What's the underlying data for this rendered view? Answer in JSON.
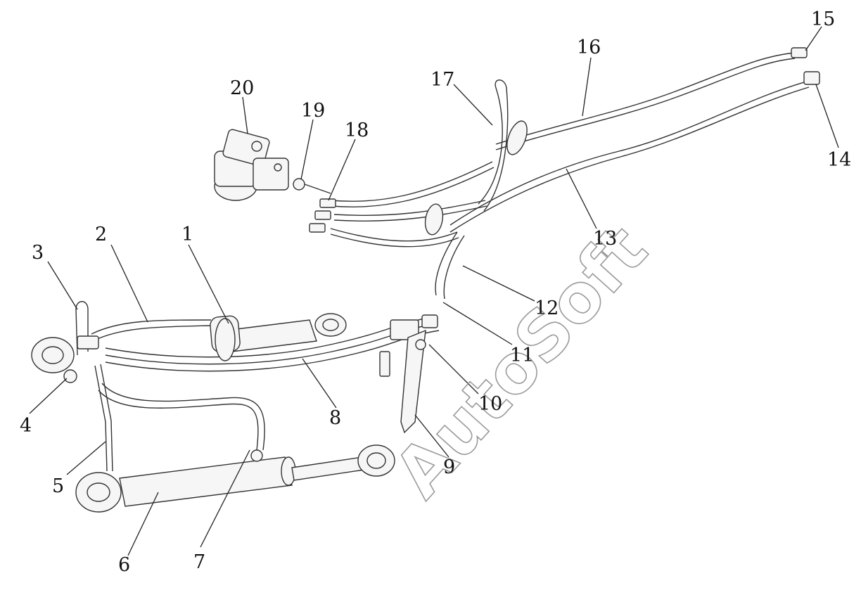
{
  "watermark": "AutoSoft",
  "callouts": [
    {
      "id": "1",
      "label": "1"
    },
    {
      "id": "2",
      "label": "2"
    },
    {
      "id": "3",
      "label": "3"
    },
    {
      "id": "4",
      "label": "4"
    },
    {
      "id": "5",
      "label": "5"
    },
    {
      "id": "6",
      "label": "6"
    },
    {
      "id": "7",
      "label": "7"
    },
    {
      "id": "8",
      "label": "8"
    },
    {
      "id": "9",
      "label": "9"
    },
    {
      "id": "10",
      "label": "10"
    },
    {
      "id": "11",
      "label": "11"
    },
    {
      "id": "12",
      "label": "12"
    },
    {
      "id": "13",
      "label": "13"
    },
    {
      "id": "14",
      "label": "14"
    },
    {
      "id": "15",
      "label": "15"
    },
    {
      "id": "16",
      "label": "16"
    },
    {
      "id": "17",
      "label": "17"
    },
    {
      "id": "18",
      "label": "18"
    },
    {
      "id": "19",
      "label": "19"
    },
    {
      "id": "20",
      "label": "20"
    }
  ]
}
